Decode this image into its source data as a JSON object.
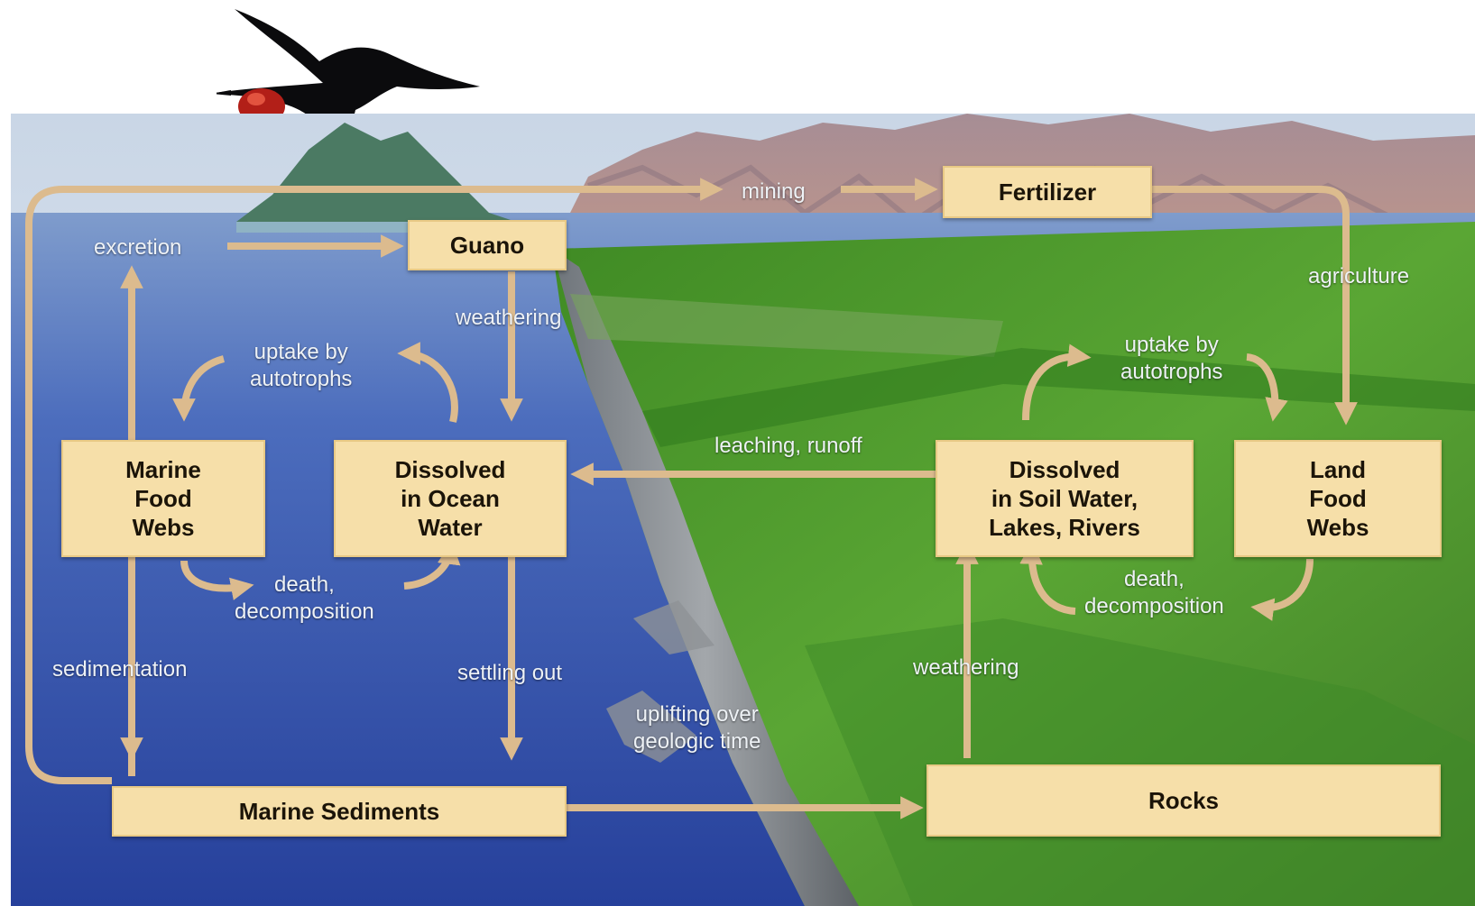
{
  "colors": {
    "box_fill": "#f6dfa9",
    "arrow": "#dcbb8e",
    "ocean": "#3f63b6",
    "land": "#4f9a2e",
    "mountains": "#b78f82",
    "label_text": "#eef2f6"
  },
  "nodes": {
    "fertilizer": "Fertilizer",
    "guano": "Guano",
    "marine_food_webs": "Marine\nFood\nWebs",
    "dissolved_ocean": "Dissolved\nin Ocean\nWater",
    "dissolved_soil": "Dissolved\nin Soil Water,\nLakes, Rivers",
    "land_food_webs": "Land\nFood\nWebs",
    "marine_sediments": "Marine Sediments",
    "rocks": "Rocks"
  },
  "processes": {
    "mining": "mining",
    "excretion": "excretion",
    "agriculture": "agriculture",
    "weathering_guano": "weathering",
    "uptake_marine": "uptake by\nautotrophs",
    "uptake_land": "uptake by\nautotrophs",
    "leaching": "leaching, runoff",
    "death_marine": "death,\ndecomposition",
    "death_land": "death,\ndecomposition",
    "sedimentation": "sedimentation",
    "settling": "settling out",
    "uplifting": "uplifting over\ngeologic time",
    "weathering_rocks": "weathering"
  }
}
